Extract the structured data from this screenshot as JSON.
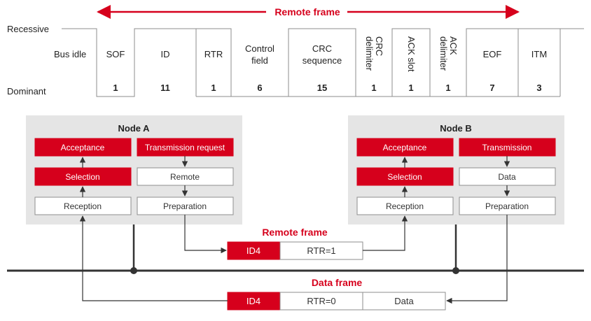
{
  "top_banner": {
    "title": "Remote frame",
    "recessive_label": "Recessive",
    "dominant_label": "Dominant",
    "bus_idle_label": "Bus idle"
  },
  "bit_fields": [
    {
      "label": [
        "SOF"
      ],
      "bits": "1",
      "vertical": false
    },
    {
      "label": [
        "ID"
      ],
      "bits": "11",
      "vertical": false
    },
    {
      "label": [
        "RTR"
      ],
      "bits": "1",
      "vertical": false
    },
    {
      "label": [
        "Control",
        "field"
      ],
      "bits": "6",
      "vertical": false
    },
    {
      "label": [
        "CRC",
        "sequence"
      ],
      "bits": "15",
      "vertical": false
    },
    {
      "label": [
        "CRC",
        "delimiter"
      ],
      "bits": "1",
      "vertical": true
    },
    {
      "label": [
        "ACK slot"
      ],
      "bits": "1",
      "vertical": true
    },
    {
      "label": [
        "ACK",
        "delimiter"
      ],
      "bits": "1",
      "vertical": true
    },
    {
      "label": [
        "EOF"
      ],
      "bits": "7",
      "vertical": false
    },
    {
      "label": [
        "ITM"
      ],
      "bits": "3",
      "vertical": false
    }
  ],
  "node_a": {
    "title": "Node A",
    "acceptance": "Acceptance",
    "selection": "Selection",
    "reception": "Reception",
    "request": "Transmission request",
    "remote": "Remote",
    "preparation": "Preparation"
  },
  "node_b": {
    "title": "Node B",
    "acceptance": "Acceptance",
    "selection": "Selection",
    "reception": "Reception",
    "transmission": "Transmission",
    "data": "Data",
    "preparation": "Preparation"
  },
  "remote_frame": {
    "title": "Remote frame",
    "id": "ID4",
    "rtr": "RTR=1"
  },
  "data_frame": {
    "title": "Data frame",
    "id": "ID4",
    "rtr": "RTR=0",
    "data": "Data"
  },
  "colors": {
    "accent": "#d6001c",
    "node_bg": "#e5e5e5",
    "line": "#333333"
  }
}
